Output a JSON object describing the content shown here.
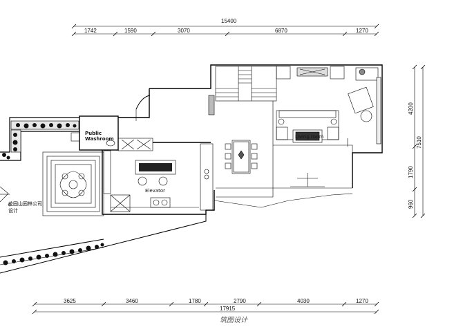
{
  "dimensions": {
    "top_total": "15400",
    "top_segments": [
      "1742",
      "1590",
      "3070",
      "6870",
      "1270"
    ],
    "bottom_total": "17915",
    "bottom_segments": [
      "3625",
      "3460",
      "1780",
      "2790",
      "4030",
      "1270"
    ],
    "right_segments": [
      "4200",
      "7510",
      "1790",
      "960"
    ]
  },
  "rooms": {
    "public_washroom_line1": "Public",
    "public_washroom_line2": "Washroom",
    "elevator": "Elevator",
    "living_room": "Living room"
  },
  "logo": {
    "company_line1": "花园山园林公司",
    "company_line2": "设计",
    "signature": "筑图设计"
  }
}
